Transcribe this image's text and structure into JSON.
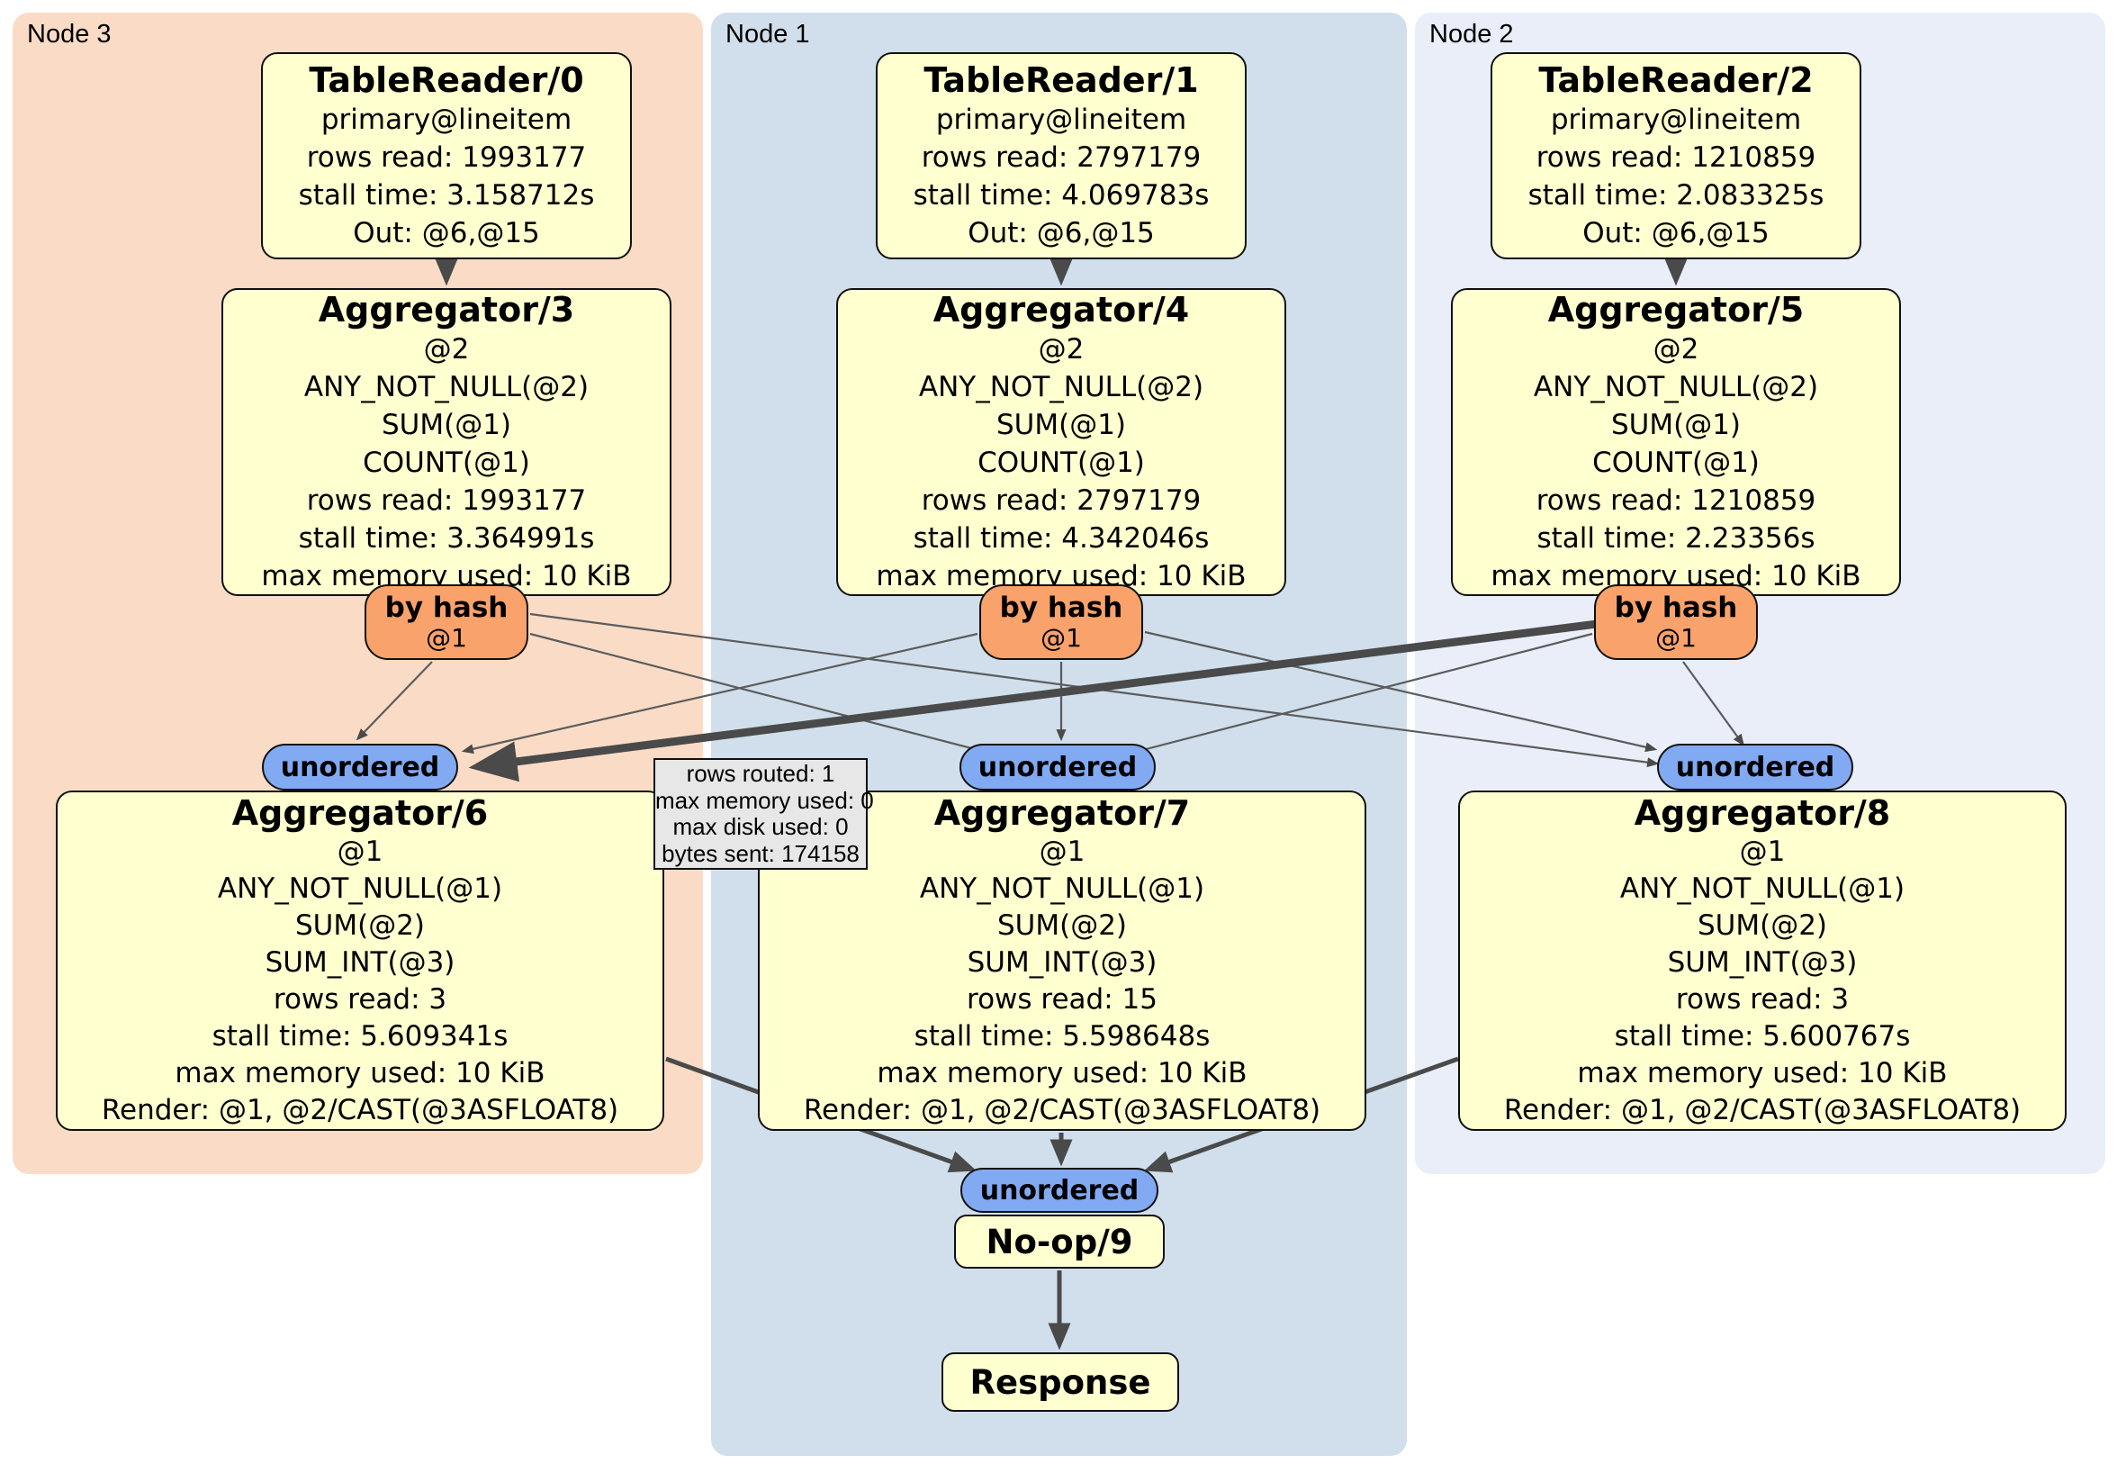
{
  "panels": [
    {
      "label": "Node 3",
      "table_reader": {
        "title": "TableReader/0",
        "lines": [
          "primary@lineitem",
          "rows read: 1993177",
          "stall time: 3.158712s",
          "Out: @6,@15"
        ]
      },
      "aggregator_top": {
        "title": "Aggregator/3",
        "lines": [
          "@2",
          "ANY_NOT_NULL(@2)",
          "SUM(@1)",
          "COUNT(@1)",
          "rows read: 1993177",
          "stall time: 3.364991s",
          "max memory used: 10 KiB"
        ]
      },
      "router": {
        "label": "by hash",
        "detail": "@1"
      },
      "sync": {
        "label": "unordered"
      },
      "aggregator_bottom": {
        "title": "Aggregator/6",
        "lines": [
          "@1",
          "ANY_NOT_NULL(@1)",
          "SUM(@2)",
          "SUM_INT(@3)",
          "rows read: 3",
          "stall time: 5.609341s",
          "max memory used: 10 KiB",
          "Render: @1, @2/CAST(@3ASFLOAT8)"
        ]
      }
    },
    {
      "label": "Node 1",
      "table_reader": {
        "title": "TableReader/1",
        "lines": [
          "primary@lineitem",
          "rows read: 2797179",
          "stall time: 4.069783s",
          "Out: @6,@15"
        ]
      },
      "aggregator_top": {
        "title": "Aggregator/4",
        "lines": [
          "@2",
          "ANY_NOT_NULL(@2)",
          "SUM(@1)",
          "COUNT(@1)",
          "rows read: 2797179",
          "stall time: 4.342046s",
          "max memory used: 10 KiB"
        ]
      },
      "router": {
        "label": "by hash",
        "detail": "@1"
      },
      "sync": {
        "label": "unordered"
      },
      "aggregator_bottom": {
        "title": "Aggregator/7",
        "lines": [
          "@1",
          "ANY_NOT_NULL(@1)",
          "SUM(@2)",
          "SUM_INT(@3)",
          "rows read: 15",
          "stall time: 5.598648s",
          "max memory used: 10 KiB",
          "Render: @1, @2/CAST(@3ASFLOAT8)"
        ]
      }
    },
    {
      "label": "Node 2",
      "table_reader": {
        "title": "TableReader/2",
        "lines": [
          "primary@lineitem",
          "rows read: 1210859",
          "stall time: 2.083325s",
          "Out: @6,@15"
        ]
      },
      "aggregator_top": {
        "title": "Aggregator/5",
        "lines": [
          "@2",
          "ANY_NOT_NULL(@2)",
          "SUM(@1)",
          "COUNT(@1)",
          "rows read: 1210859",
          "stall time: 2.23356s",
          "max memory used: 10 KiB"
        ]
      },
      "router": {
        "label": "by hash",
        "detail": "@1"
      },
      "sync": {
        "label": "unordered"
      },
      "aggregator_bottom": {
        "title": "Aggregator/8",
        "lines": [
          "@1",
          "ANY_NOT_NULL(@1)",
          "SUM(@2)",
          "SUM_INT(@3)",
          "rows read: 3",
          "stall time: 5.600767s",
          "max memory used: 10 KiB",
          "Render: @1, @2/CAST(@3ASFLOAT8)"
        ]
      }
    }
  ],
  "tail": {
    "sync": {
      "label": "unordered"
    },
    "noop": {
      "title": "No-op/9"
    },
    "response": {
      "title": "Response"
    }
  },
  "tooltip": {
    "lines": [
      "rows routed: 1",
      "max memory used: 0",
      "max disk used: 0",
      "bytes sent: 174158"
    ]
  },
  "colors": {
    "node3_bg": "#fadcc6",
    "node1_bg": "#d0dfeb",
    "node2_bg": "#e9eef8",
    "processor_bg": "#ffffd0",
    "router_bg": "#f9a26b",
    "sync_bg": "#82aaf2",
    "tooltip_bg": "#e7e7e7",
    "edge": "#4a4a4a"
  }
}
